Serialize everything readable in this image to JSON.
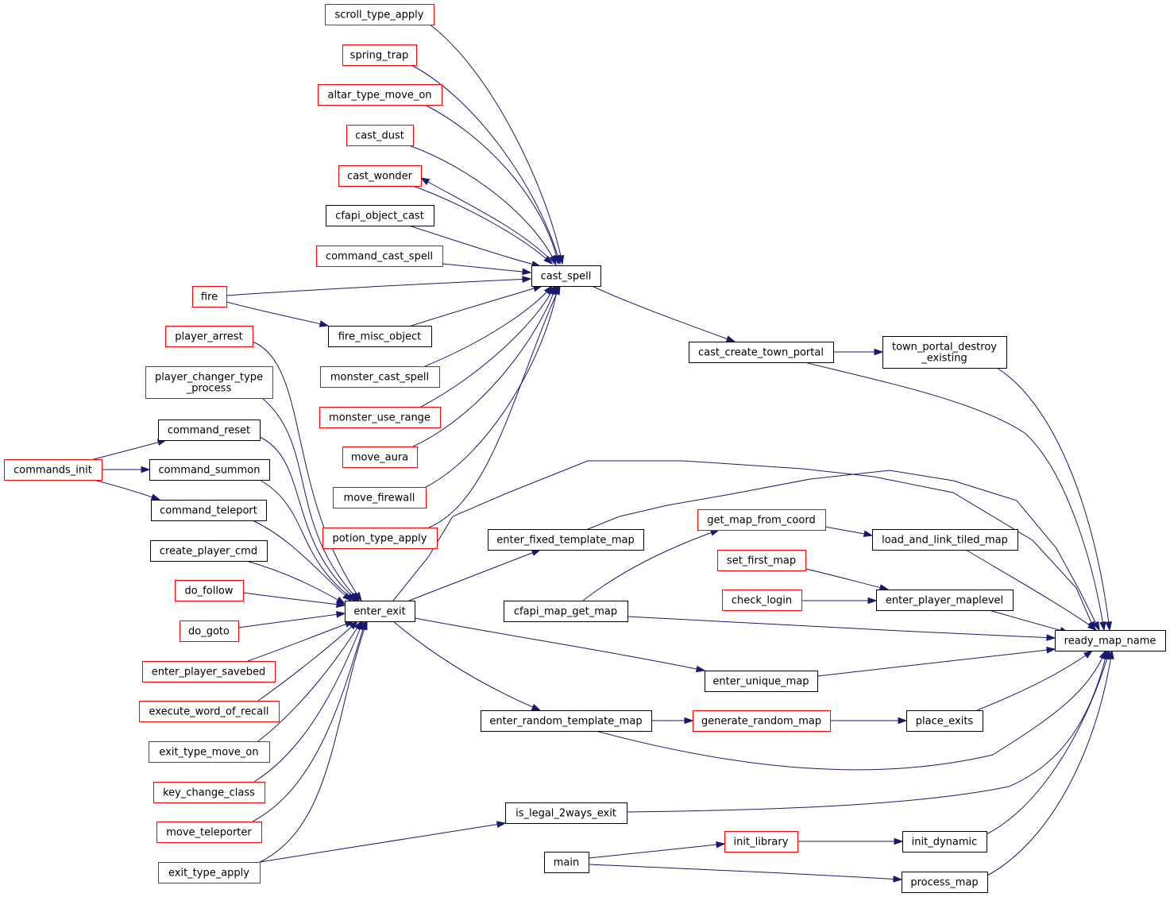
{
  "colors": {
    "edge": "#191970",
    "border_undocumented": "#ff0000",
    "border_documented": "#000000",
    "focus_fill": "#bfbfbf"
  },
  "nodes": [
    {
      "id": "ready_map_name",
      "label": [
        "ready_map_name"
      ],
      "style": "focus"
    },
    {
      "id": "scroll_type_apply",
      "label": [
        "scroll_type_apply"
      ],
      "style": "red"
    },
    {
      "id": "spring_trap",
      "label": [
        "spring_trap"
      ],
      "style": "red"
    },
    {
      "id": "altar_type_move_on",
      "label": [
        "altar_type_move_on"
      ],
      "style": "red"
    },
    {
      "id": "cast_dust",
      "label": [
        "cast_dust"
      ],
      "style": "red"
    },
    {
      "id": "cast_wonder",
      "label": [
        "cast_wonder"
      ],
      "style": "red"
    },
    {
      "id": "cfapi_object_cast",
      "label": [
        "cfapi_object_cast"
      ],
      "style": "black"
    },
    {
      "id": "command_cast_spell",
      "label": [
        "command_cast_spell"
      ],
      "style": "red"
    },
    {
      "id": "fire",
      "label": [
        "fire"
      ],
      "style": "red"
    },
    {
      "id": "fire_misc_object",
      "label": [
        "fire_misc_object"
      ],
      "style": "black"
    },
    {
      "id": "monster_cast_spell",
      "label": [
        "monster_cast_spell"
      ],
      "style": "red"
    },
    {
      "id": "monster_use_range",
      "label": [
        "monster_use_range"
      ],
      "style": "red"
    },
    {
      "id": "move_aura",
      "label": [
        "move_aura"
      ],
      "style": "red"
    },
    {
      "id": "move_firewall",
      "label": [
        "move_firewall"
      ],
      "style": "red"
    },
    {
      "id": "potion_type_apply",
      "label": [
        "potion_type_apply"
      ],
      "style": "red"
    },
    {
      "id": "cast_spell",
      "label": [
        "cast_spell"
      ],
      "style": "black"
    },
    {
      "id": "cast_create_town_portal",
      "label": [
        "cast_create_town_portal"
      ],
      "style": "black"
    },
    {
      "id": "town_portal_destroy_existing",
      "label": [
        "town_portal_destroy",
        "_existing"
      ],
      "style": "black"
    },
    {
      "id": "player_arrest",
      "label": [
        "player_arrest"
      ],
      "style": "red"
    },
    {
      "id": "player_changer_type_process",
      "label": [
        "player_changer_type",
        "_process"
      ],
      "style": "red"
    },
    {
      "id": "command_reset",
      "label": [
        "command_reset"
      ],
      "style": "black"
    },
    {
      "id": "commands_init",
      "label": [
        "commands_init"
      ],
      "style": "red"
    },
    {
      "id": "command_summon",
      "label": [
        "command_summon"
      ],
      "style": "black"
    },
    {
      "id": "command_teleport",
      "label": [
        "command_teleport"
      ],
      "style": "black"
    },
    {
      "id": "create_player_cmd",
      "label": [
        "create_player_cmd"
      ],
      "style": "black"
    },
    {
      "id": "do_follow",
      "label": [
        "do_follow"
      ],
      "style": "red"
    },
    {
      "id": "do_goto",
      "label": [
        "do_goto"
      ],
      "style": "red"
    },
    {
      "id": "enter_player_savebed",
      "label": [
        "enter_player_savebed"
      ],
      "style": "red"
    },
    {
      "id": "execute_word_of_recall",
      "label": [
        "execute_word_of_recall"
      ],
      "style": "red"
    },
    {
      "id": "exit_type_move_on",
      "label": [
        "exit_type_move_on"
      ],
      "style": "red"
    },
    {
      "id": "key_change_class",
      "label": [
        "key_change_class"
      ],
      "style": "red"
    },
    {
      "id": "move_teleporter",
      "label": [
        "move_teleporter"
      ],
      "style": "red"
    },
    {
      "id": "exit_type_apply",
      "label": [
        "exit_type_apply"
      ],
      "style": "red"
    },
    {
      "id": "enter_exit",
      "label": [
        "enter_exit"
      ],
      "style": "black"
    },
    {
      "id": "enter_fixed_template_map",
      "label": [
        "enter_fixed_template_map"
      ],
      "style": "black"
    },
    {
      "id": "cfapi_map_get_map",
      "label": [
        "cfapi_map_get_map"
      ],
      "style": "black"
    },
    {
      "id": "get_map_from_coord",
      "label": [
        "get_map_from_coord"
      ],
      "style": "red"
    },
    {
      "id": "load_and_link_tiled_map",
      "label": [
        "load_and_link_tiled_map"
      ],
      "style": "black"
    },
    {
      "id": "set_first_map",
      "label": [
        "set_first_map"
      ],
      "style": "red"
    },
    {
      "id": "check_login",
      "label": [
        "check_login"
      ],
      "style": "red"
    },
    {
      "id": "enter_player_maplevel",
      "label": [
        "enter_player_maplevel"
      ],
      "style": "black"
    },
    {
      "id": "enter_unique_map",
      "label": [
        "enter_unique_map"
      ],
      "style": "black"
    },
    {
      "id": "enter_random_template_map",
      "label": [
        "enter_random_template_map"
      ],
      "style": "black"
    },
    {
      "id": "generate_random_map",
      "label": [
        "generate_random_map"
      ],
      "style": "red"
    },
    {
      "id": "place_exits",
      "label": [
        "place_exits"
      ],
      "style": "black"
    },
    {
      "id": "is_legal_2ways_exit",
      "label": [
        "is_legal_2ways_exit"
      ],
      "style": "black"
    },
    {
      "id": "main",
      "label": [
        "main"
      ],
      "style": "black"
    },
    {
      "id": "init_library",
      "label": [
        "init_library"
      ],
      "style": "red"
    },
    {
      "id": "init_dynamic",
      "label": [
        "init_dynamic"
      ],
      "style": "black"
    },
    {
      "id": "process_map",
      "label": [
        "process_map"
      ],
      "style": "black"
    }
  ],
  "edges": [
    {
      "from": "scroll_type_apply",
      "to": "cast_spell"
    },
    {
      "from": "spring_trap",
      "to": "cast_spell"
    },
    {
      "from": "altar_type_move_on",
      "to": "cast_spell"
    },
    {
      "from": "cast_dust",
      "to": "cast_spell"
    },
    {
      "from": "cast_wonder",
      "to": "cast_spell"
    },
    {
      "from": "cast_spell",
      "to": "cast_wonder"
    },
    {
      "from": "cfapi_object_cast",
      "to": "cast_spell"
    },
    {
      "from": "command_cast_spell",
      "to": "cast_spell"
    },
    {
      "from": "fire",
      "to": "cast_spell"
    },
    {
      "from": "fire",
      "to": "fire_misc_object"
    },
    {
      "from": "fire_misc_object",
      "to": "cast_spell"
    },
    {
      "from": "monster_cast_spell",
      "to": "cast_spell"
    },
    {
      "from": "monster_use_range",
      "to": "cast_spell"
    },
    {
      "from": "move_aura",
      "to": "cast_spell"
    },
    {
      "from": "move_firewall",
      "to": "cast_spell"
    },
    {
      "from": "potion_type_apply",
      "to": "cast_spell"
    },
    {
      "from": "cast_spell",
      "to": "cast_create_town_portal"
    },
    {
      "from": "cast_create_town_portal",
      "to": "town_portal_destroy_existing"
    },
    {
      "from": "cast_create_town_portal",
      "to": "ready_map_name"
    },
    {
      "from": "town_portal_destroy_existing",
      "to": "ready_map_name"
    },
    {
      "from": "player_arrest",
      "to": "enter_exit"
    },
    {
      "from": "player_changer_type_process",
      "to": "enter_exit"
    },
    {
      "from": "command_reset",
      "to": "enter_exit"
    },
    {
      "from": "command_summon",
      "to": "enter_exit"
    },
    {
      "from": "command_teleport",
      "to": "enter_exit"
    },
    {
      "from": "commands_init",
      "to": "command_reset"
    },
    {
      "from": "commands_init",
      "to": "command_summon"
    },
    {
      "from": "commands_init",
      "to": "command_teleport"
    },
    {
      "from": "create_player_cmd",
      "to": "enter_exit"
    },
    {
      "from": "do_follow",
      "to": "enter_exit"
    },
    {
      "from": "do_goto",
      "to": "enter_exit"
    },
    {
      "from": "enter_player_savebed",
      "to": "enter_exit"
    },
    {
      "from": "execute_word_of_recall",
      "to": "enter_exit"
    },
    {
      "from": "exit_type_move_on",
      "to": "enter_exit"
    },
    {
      "from": "key_change_class",
      "to": "enter_exit"
    },
    {
      "from": "move_teleporter",
      "to": "enter_exit"
    },
    {
      "from": "exit_type_apply",
      "to": "enter_exit"
    },
    {
      "from": "enter_exit",
      "to": "enter_fixed_template_map"
    },
    {
      "from": "enter_exit",
      "to": "ready_map_name"
    },
    {
      "from": "enter_exit",
      "to": "enter_unique_map"
    },
    {
      "from": "enter_exit",
      "to": "enter_random_template_map"
    },
    {
      "from": "enter_fixed_template_map",
      "to": "ready_map_name"
    },
    {
      "from": "cfapi_map_get_map",
      "to": "get_map_from_coord"
    },
    {
      "from": "cfapi_map_get_map",
      "to": "ready_map_name"
    },
    {
      "from": "get_map_from_coord",
      "to": "load_and_link_tiled_map"
    },
    {
      "from": "load_and_link_tiled_map",
      "to": "ready_map_name"
    },
    {
      "from": "set_first_map",
      "to": "enter_player_maplevel"
    },
    {
      "from": "check_login",
      "to": "enter_player_maplevel"
    },
    {
      "from": "enter_player_maplevel",
      "to": "ready_map_name"
    },
    {
      "from": "enter_unique_map",
      "to": "ready_map_name"
    },
    {
      "from": "enter_random_template_map",
      "to": "generate_random_map"
    },
    {
      "from": "enter_random_template_map",
      "to": "ready_map_name"
    },
    {
      "from": "generate_random_map",
      "to": "place_exits"
    },
    {
      "from": "place_exits",
      "to": "ready_map_name"
    },
    {
      "from": "is_legal_2ways_exit",
      "to": "ready_map_name"
    },
    {
      "from": "exit_type_apply",
      "to": "is_legal_2ways_exit"
    },
    {
      "from": "main",
      "to": "init_library"
    },
    {
      "from": "main",
      "to": "process_map"
    },
    {
      "from": "init_library",
      "to": "init_dynamic"
    },
    {
      "from": "init_dynamic",
      "to": "ready_map_name"
    },
    {
      "from": "process_map",
      "to": "ready_map_name"
    }
  ]
}
